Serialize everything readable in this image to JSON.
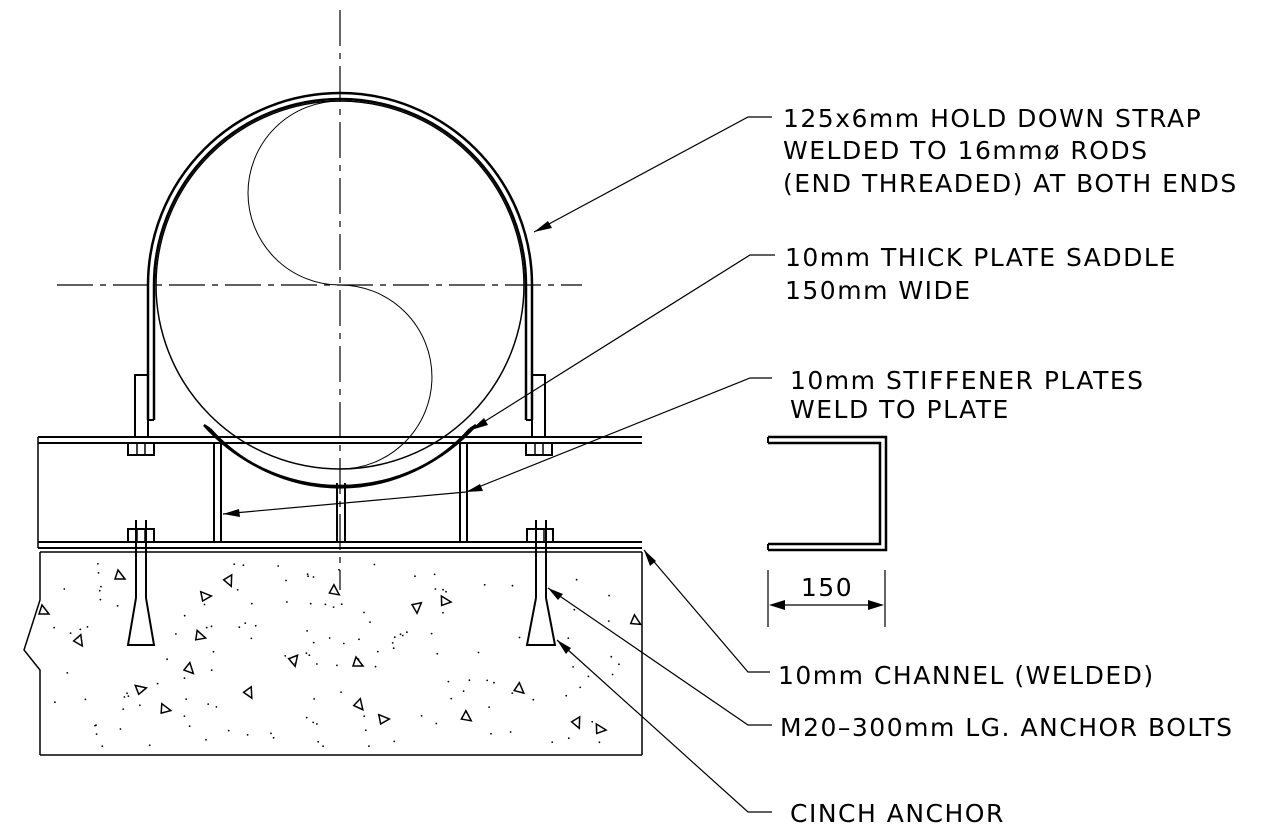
{
  "title": "",
  "colors": {
    "line": "#000000",
    "background": "#ffffff"
  },
  "labels": {
    "strap": [
      "125x6mm HOLD DOWN STRAP",
      "WELDED TO 16mmø RODS",
      "(END THREADED) AT BOTH ENDS"
    ],
    "saddle": [
      "10mm THICK PLATE SADDLE",
      "150mm WIDE"
    ],
    "stiffener": [
      "10mm STIFFENER PLATES",
      "WELD TO PLATE"
    ],
    "channel": "10mm CHANNEL (WELDED)",
    "anchor_bolts": "M20–300mm LG. ANCHOR BOLTS",
    "cinch_anchor": "CINCH ANCHOR"
  },
  "dimension": {
    "width_value": "150"
  }
}
